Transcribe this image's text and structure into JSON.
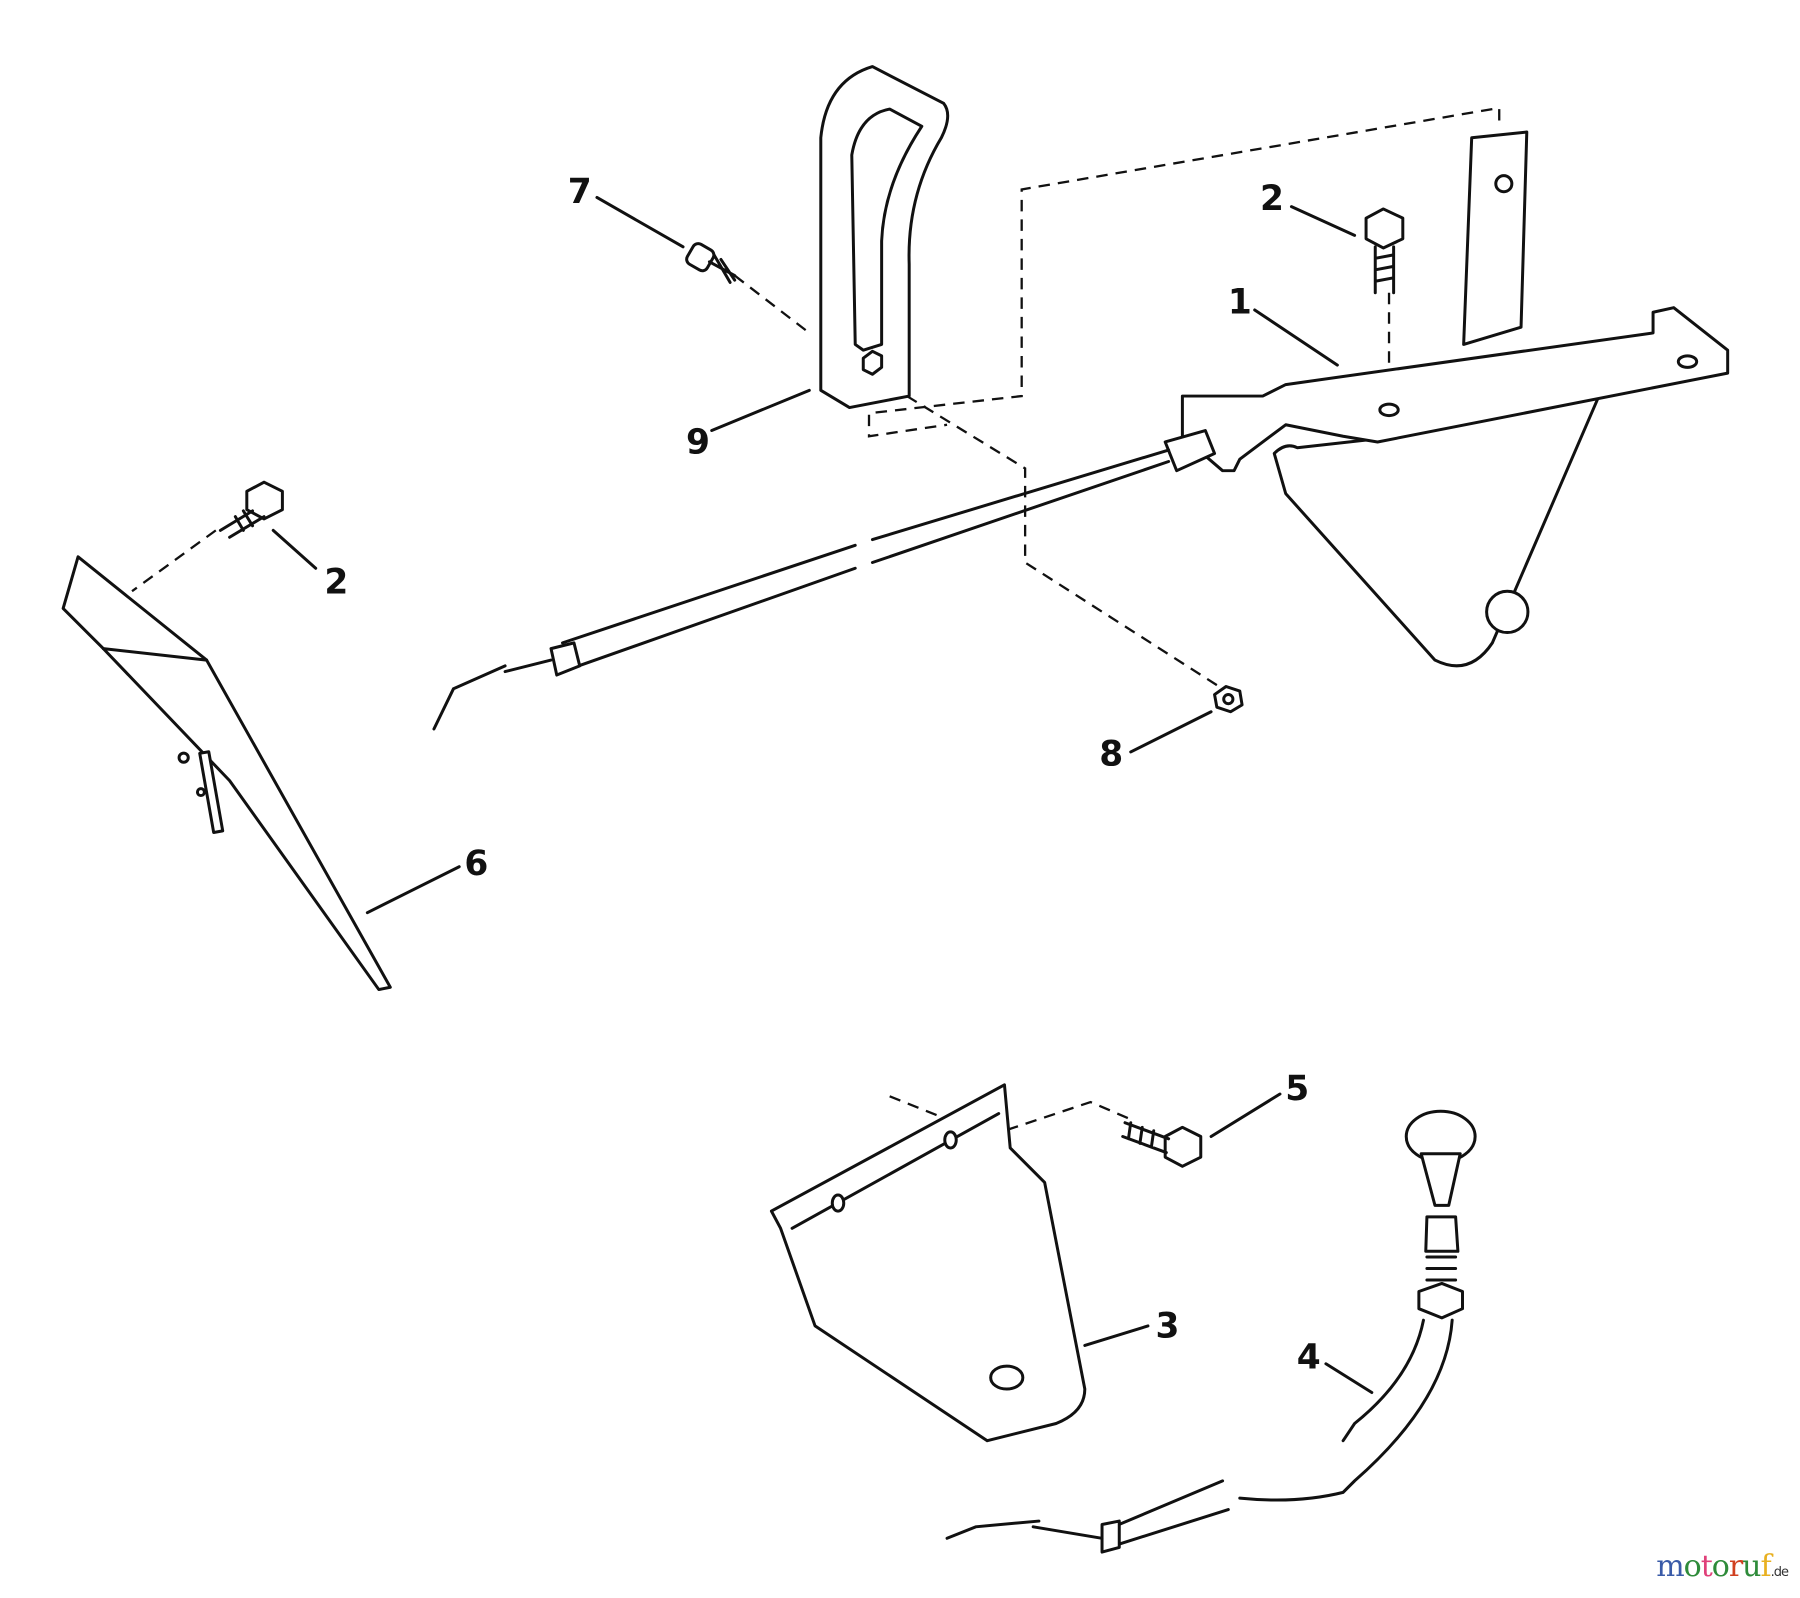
{
  "diagram": {
    "callouts": {
      "c1": "1",
      "c2a": "2",
      "c2b": "2",
      "c3": "3",
      "c4": "4",
      "c5": "5",
      "c6": "6",
      "c7": "7",
      "c8": "8",
      "c9": "9"
    }
  },
  "watermark": {
    "letters": [
      "m",
      "o",
      "t",
      "o",
      "r",
      "u",
      "f"
    ],
    "colors": [
      "#3a5ba8",
      "#2e8b3a",
      "#e0407a",
      "#2e8b3a",
      "#d04020",
      "#2e8b3a",
      "#e8b020"
    ],
    "suffix": ".de"
  }
}
